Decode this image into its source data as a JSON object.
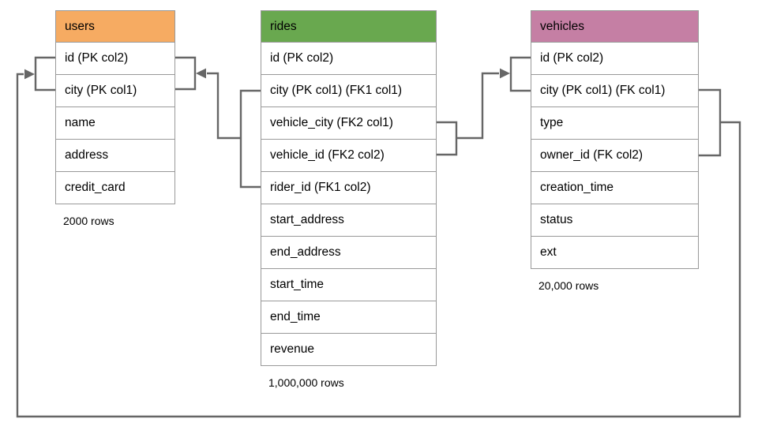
{
  "diagram": {
    "line_color": "#666666",
    "border_color": "#999999",
    "tables": [
      {
        "name": "users",
        "header_color": "#f6ab62",
        "columns": [
          "id (PK col2)",
          "city (PK col1)",
          "name",
          "address",
          "credit_card"
        ],
        "row_count": "2000 rows"
      },
      {
        "name": "rides",
        "header_color": "#69a84f",
        "columns": [
          "id (PK col2)",
          "city (PK col1) (FK1 col1)",
          "vehicle_city (FK2 col1)",
          "vehicle_id (FK2 col2)",
          "rider_id (FK1 col2)",
          "start_address",
          "end_address",
          "start_time",
          "end_time",
          "revenue"
        ],
        "row_count": "1,000,000 rows"
      },
      {
        "name": "vehicles",
        "header_color": "#c57fa4",
        "columns": [
          "id (PK col2)",
          "city (PK col1) (FK col1)",
          "type",
          "owner_id (FK col2)",
          "creation_time",
          "status",
          "ext"
        ],
        "row_count": "20,000 rows"
      }
    ],
    "relationships": [
      {
        "from": "rides (city FK1 col1, rider_id FK1 col2)",
        "to": "users (city, id)"
      },
      {
        "from": "rides (vehicle_city FK2 col1, vehicle_id FK2 col2)",
        "to": "vehicles (city, id)"
      },
      {
        "from": "vehicles (city FK col1, owner_id FK col2)",
        "to": "users (city, id)"
      }
    ]
  }
}
